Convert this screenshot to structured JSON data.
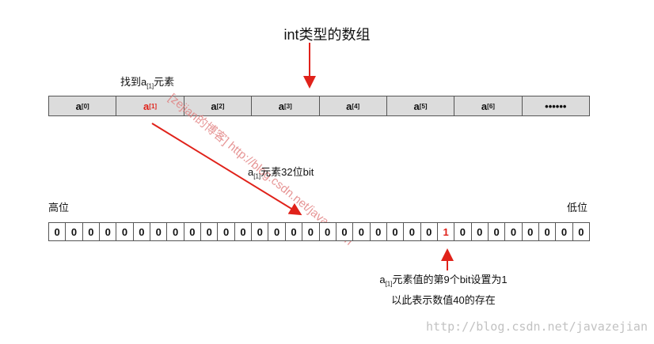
{
  "title": "int类型的数组",
  "find_label": {
    "prefix": "找到a",
    "sub": "[1]",
    "suffix": "元素"
  },
  "bits_label": {
    "prefix": "a",
    "sub": "[1]",
    "suffix": "元素32位bit"
  },
  "high_label": "高位",
  "low_label": "低位",
  "array_cells": [
    {
      "base": "a",
      "sub": "[0]",
      "highlight": false
    },
    {
      "base": "a",
      "sub": "[1]",
      "highlight": true
    },
    {
      "base": "a",
      "sub": "[2]",
      "highlight": false
    },
    {
      "base": "a",
      "sub": "[3]",
      "highlight": false
    },
    {
      "base": "a",
      "sub": "[4]",
      "highlight": false
    },
    {
      "base": "a",
      "sub": "[5]",
      "highlight": false
    },
    {
      "base": "a",
      "sub": "[6]",
      "highlight": false
    },
    {
      "base": "••••••",
      "sub": "",
      "highlight": false
    }
  ],
  "bits": [
    "0",
    "0",
    "0",
    "0",
    "0",
    "0",
    "0",
    "0",
    "0",
    "0",
    "0",
    "0",
    "0",
    "0",
    "0",
    "0",
    "0",
    "0",
    "0",
    "0",
    "0",
    "0",
    "0",
    "1",
    "0",
    "0",
    "0",
    "0",
    "0",
    "0",
    "0",
    "0"
  ],
  "highlight_bit_index": 23,
  "bottom_note": {
    "line1_prefix": "a",
    "line1_sub": "[1]",
    "line1_suffix": "元素值的第9个bit设置为1",
    "line2": "以此表示数值40的存在"
  },
  "watermark": "[zejian的博客] http://blog.csdn.net/javazejian",
  "footer_watermark": "http://blog.csdn.net/javazejian",
  "colors": {
    "accent": "#e0221a",
    "cell_fill": "#dcdcdc",
    "border": "#555555"
  }
}
